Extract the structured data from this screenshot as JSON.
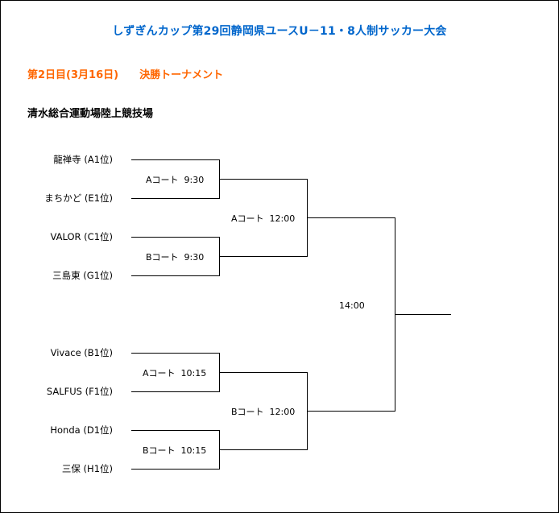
{
  "title": "しずぎんカップ第29回静岡県ユースU－11・8人制サッカー大会",
  "subtitle": "第2日目(3月16日)　　決勝トーナメント",
  "venue": "清水総合運動場陸上競技場",
  "teams": [
    "龍禅寺 (A1位)",
    "まちかど (E1位)",
    "VALOR (C1位)",
    "三島東 (G1位)",
    "Vivace (B1位)",
    "SALFUS (F1位)",
    "Honda (D1位)",
    "三保 (H1位)"
  ],
  "round1": [
    "Aコート  9:30",
    "Bコート  9:30",
    "Aコート  10:15",
    "Bコート  10:15"
  ],
  "semifinals": [
    "Aコート  12:00",
    "Bコート  12:00"
  ],
  "final": "14:00",
  "colors": {
    "title": "#0066cc",
    "subtitle": "#ff6600",
    "lines": "#000000"
  }
}
